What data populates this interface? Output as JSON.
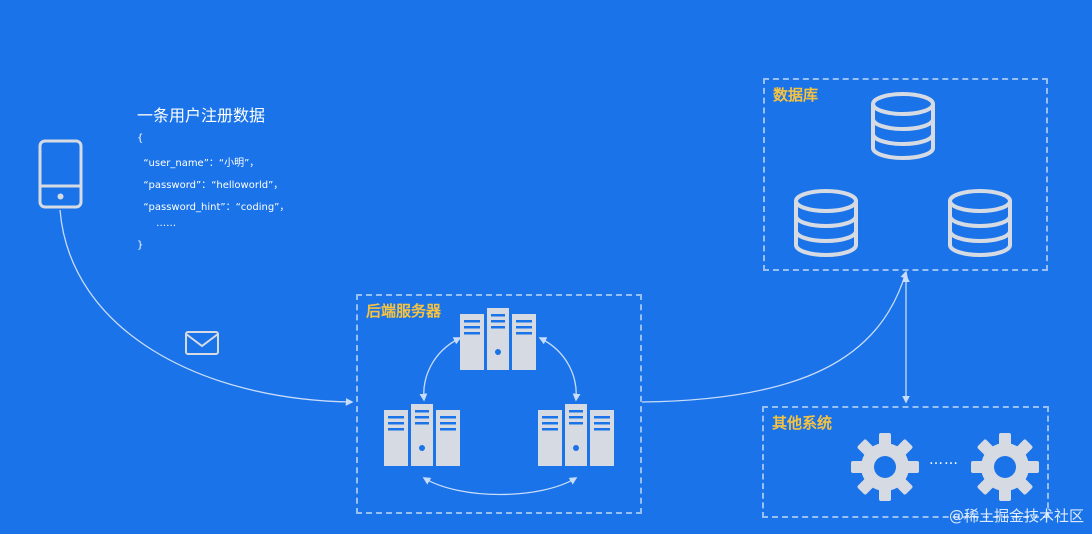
{
  "registration": {
    "title": "一条用户注册数据",
    "lines": [
      "{",
      "  “user_name”：“小明”，",
      "  “password”：“helloworld”，",
      "  “password_hint”：“coding”，",
      "      ……",
      "}"
    ]
  },
  "backend": {
    "label": "后端服务器"
  },
  "database": {
    "label": "数据库"
  },
  "other": {
    "label": "其他系统",
    "ellipsis": "……"
  },
  "watermark": "@稀土掘金技术社区",
  "colors": {
    "background": "#1a73e8",
    "accent_label": "#f5c242",
    "line": "#c9dcf9",
    "icon": "#d6dbe3"
  }
}
